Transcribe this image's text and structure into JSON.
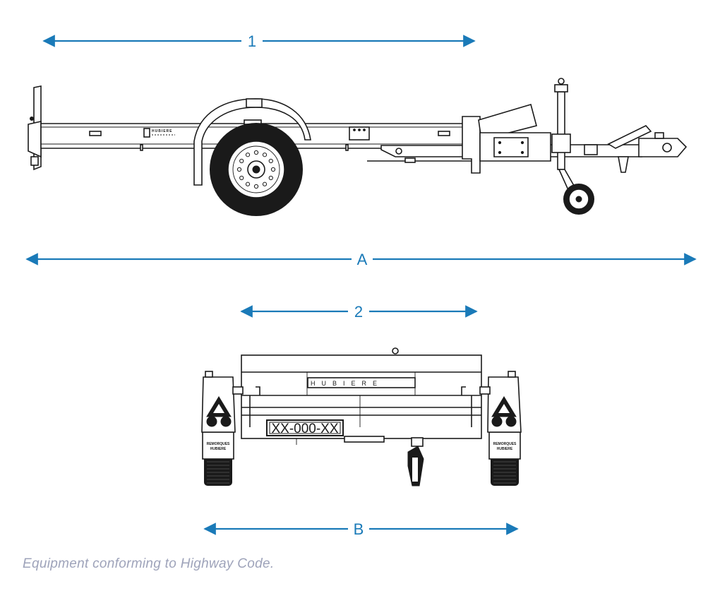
{
  "dimensions": {
    "dim1": "1",
    "dimA": "A",
    "dim2": "2",
    "dimB": "B"
  },
  "trailer": {
    "license_plate": "XX-000-XX",
    "brand_logo": "HUBIERE",
    "mudflap_text": "REMORQUES HUBIERE"
  },
  "caption": "Equipment conforming to Highway Code.",
  "colors": {
    "dimension": "#1a7ab8",
    "caption": "#9ea3ba",
    "line": "#1a1a1a"
  }
}
